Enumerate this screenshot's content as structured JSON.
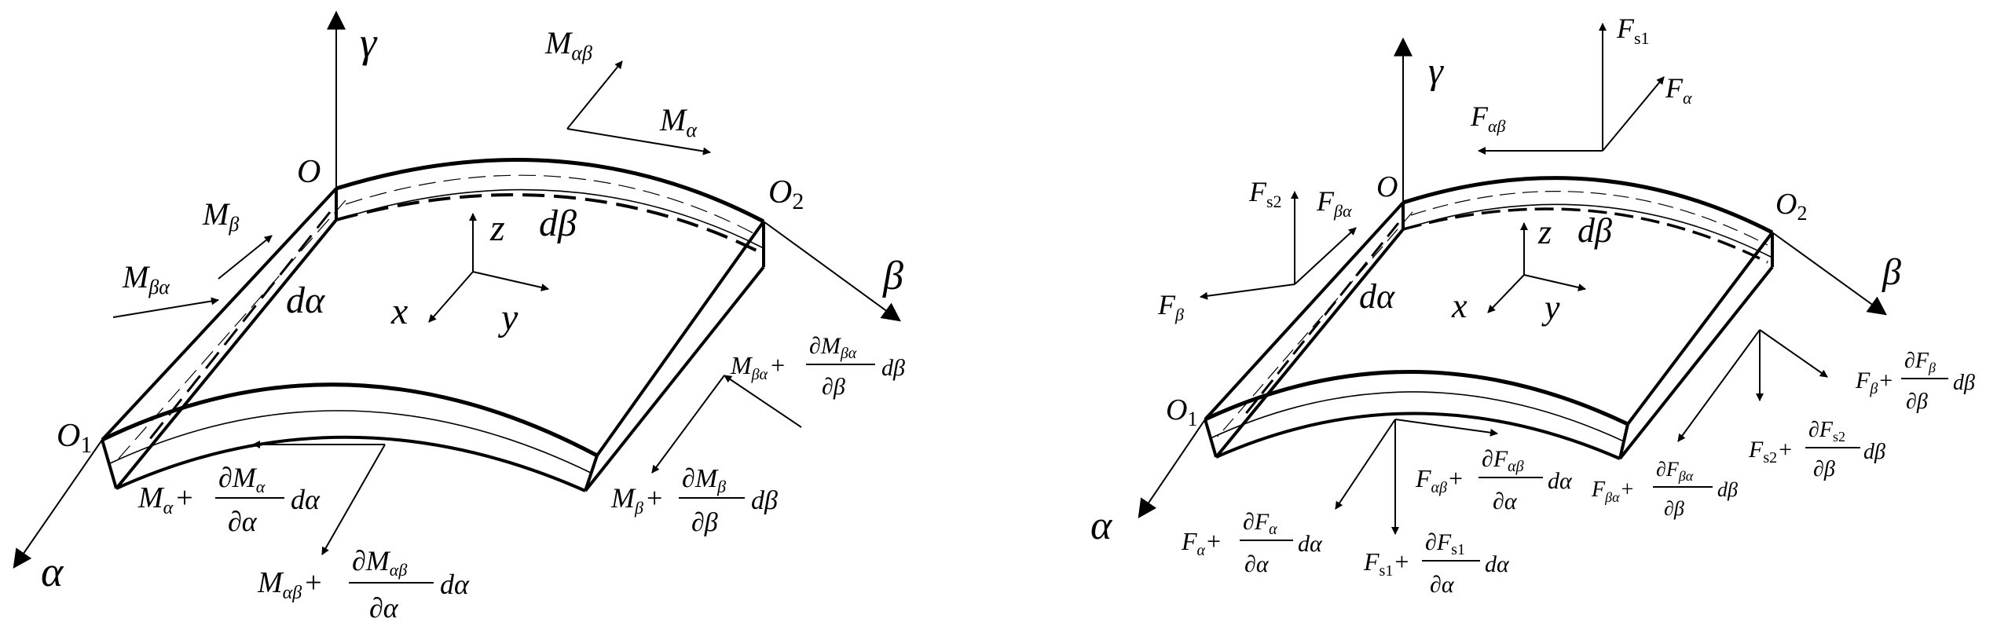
{
  "left": {
    "gamma": "γ",
    "o": "O",
    "o1": "O",
    "o1sub": "1",
    "o2": "O",
    "o2sub": "2",
    "beta": "β",
    "alpha": "α",
    "z": "z",
    "x": "x",
    "y": "y",
    "dbeta": "dβ",
    "dalpha": "dα",
    "m": "M",
    "sub_ab": "αβ",
    "sub_a": "α",
    "sub_b": "β",
    "sub_ba": "βα",
    "plus": "+",
    "partial": "∂",
    "partial_a": "∂α",
    "partial_b": "∂β",
    "d_alpha": "dα",
    "d_beta": "dβ"
  },
  "right": {
    "gamma": "γ",
    "o": "O",
    "o1": "O",
    "o1sub": "1",
    "o2": "O",
    "o2sub": "2",
    "beta": "β",
    "alpha": "α",
    "z": "z",
    "x": "x",
    "y": "y",
    "dbeta": "dβ",
    "dalpha": "dα",
    "f": "F",
    "sub_s1": "s1",
    "sub_s2": "s2",
    "sub_a": "α",
    "sub_b": "β",
    "sub_ab": "αβ",
    "sub_ba": "βα",
    "plus": "+",
    "partial": "∂",
    "partial_a": "∂α",
    "partial_b": "∂β",
    "d_alpha": "dα",
    "d_beta": "dβ"
  }
}
